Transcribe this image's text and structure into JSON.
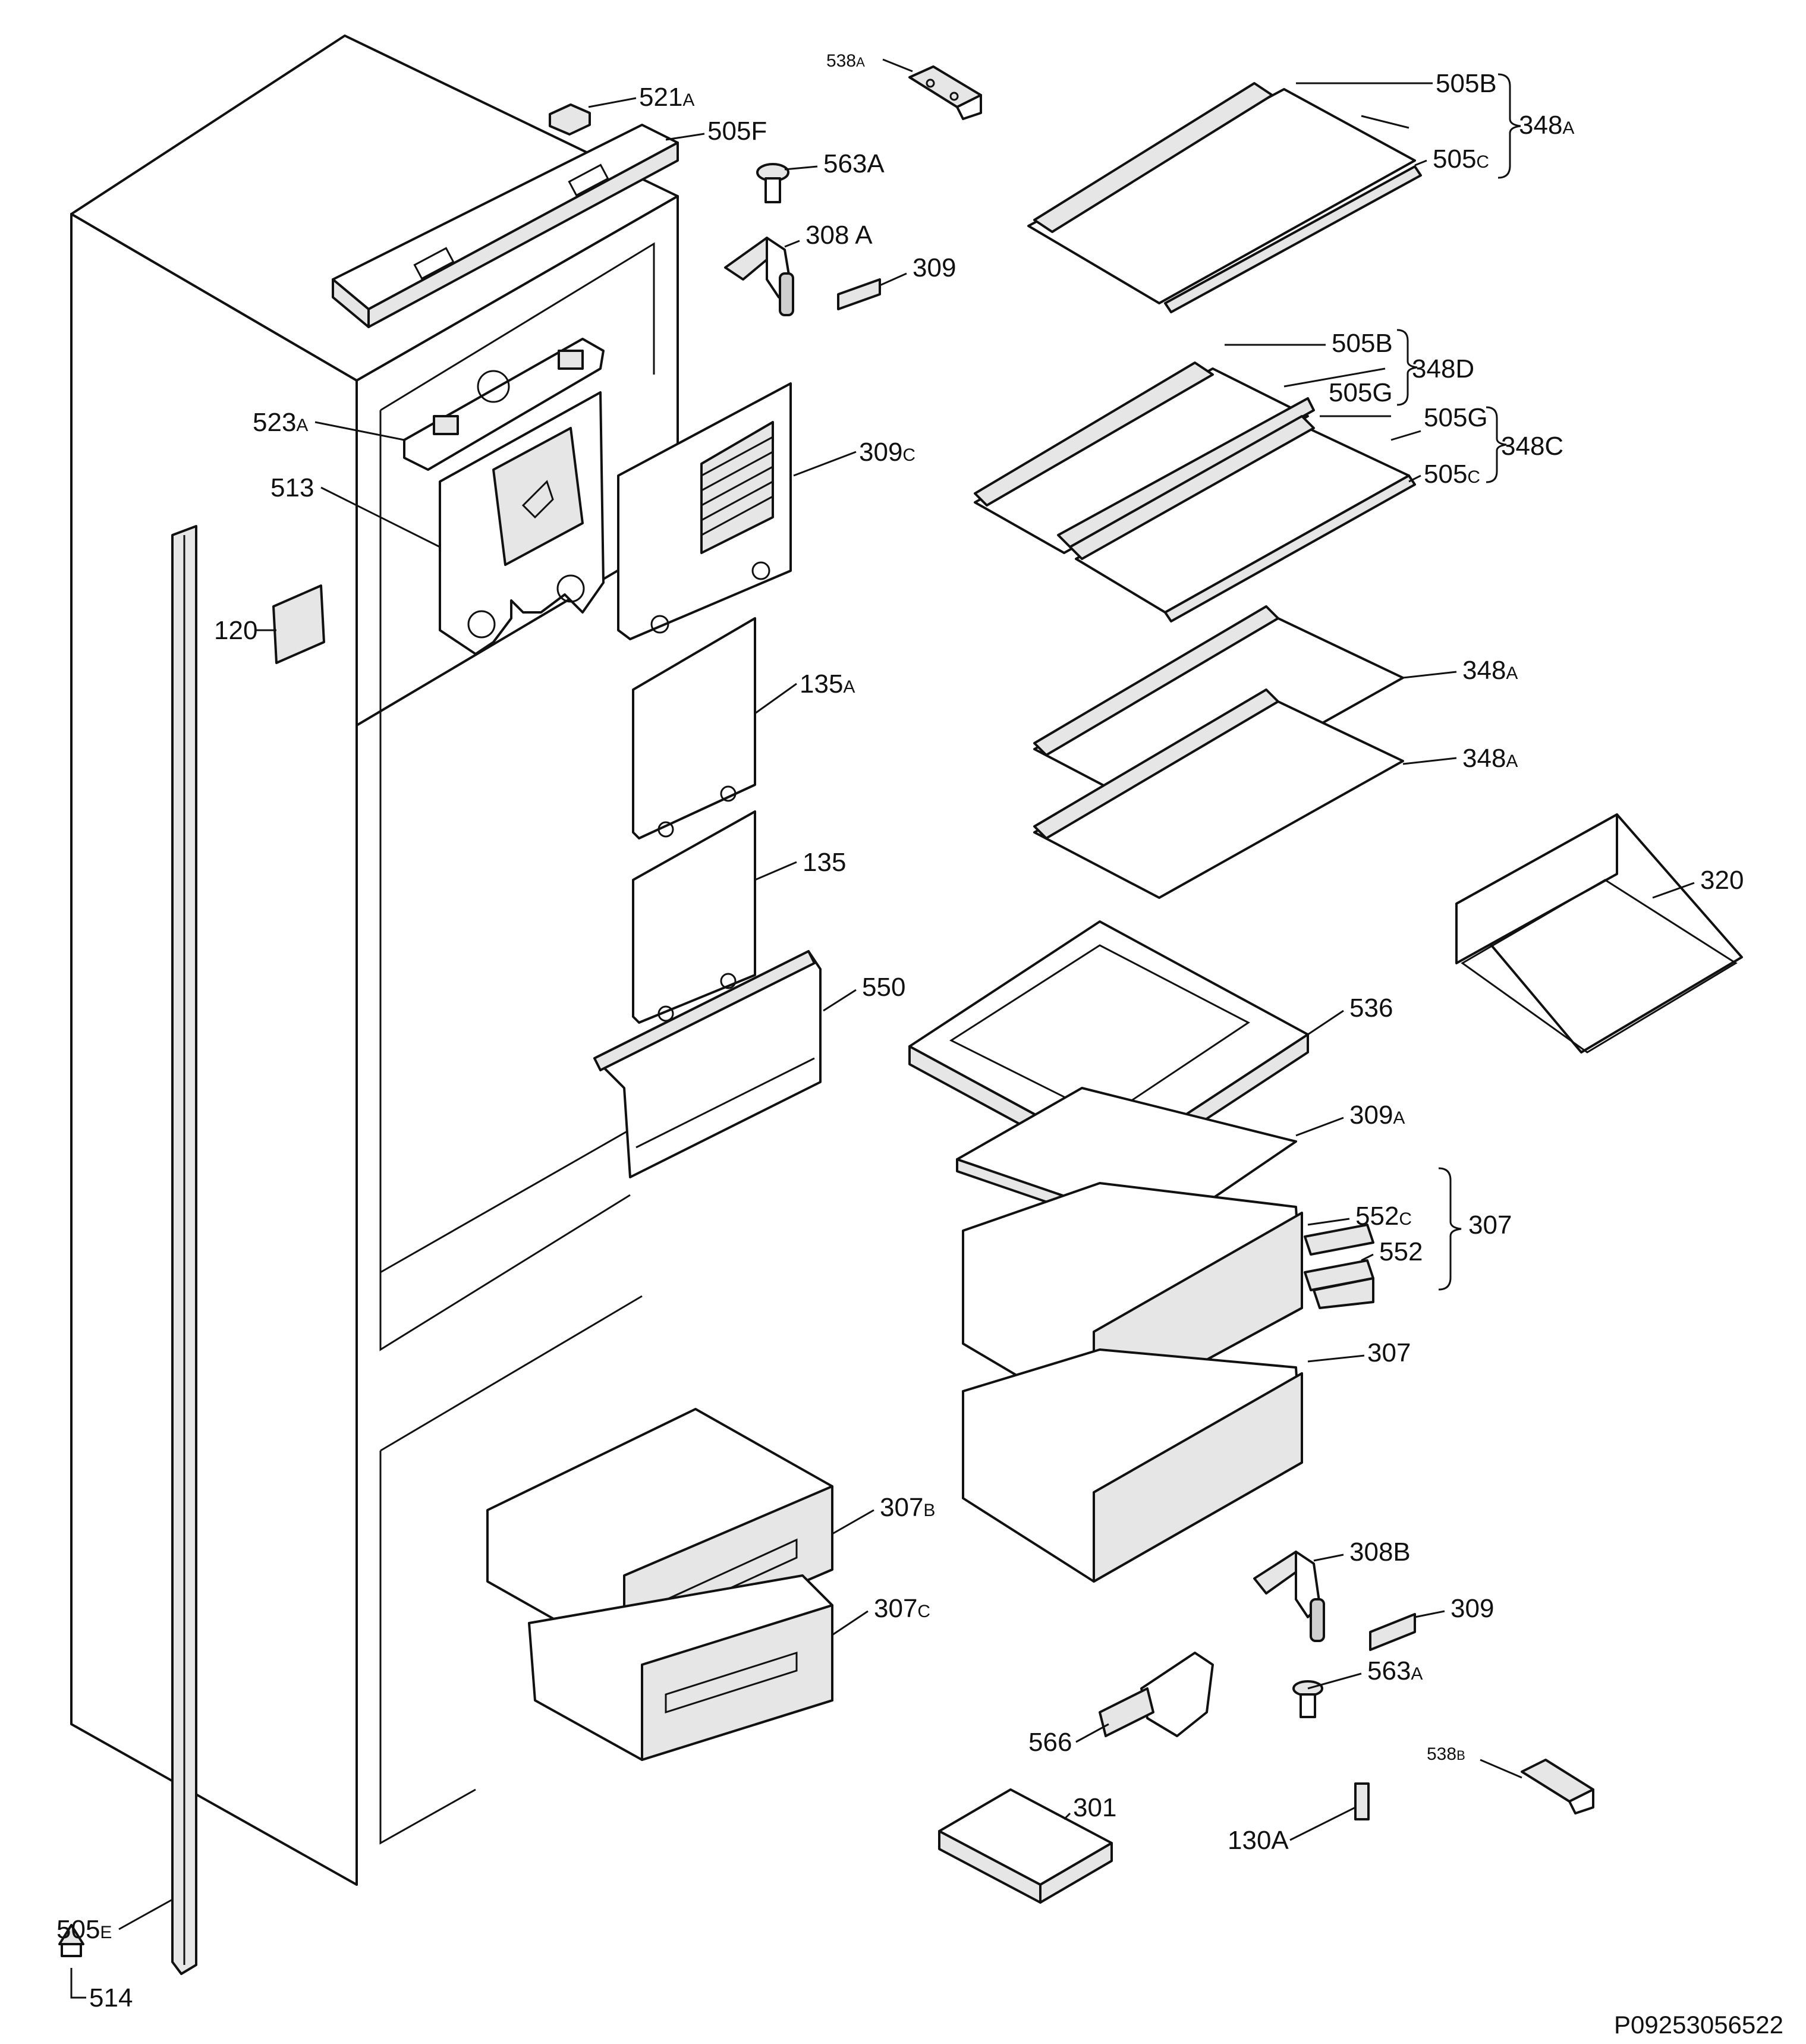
{
  "diagram": {
    "document_code": "P09253056522",
    "labels": {
      "521a": {
        "main": "521",
        "suffix": "A"
      },
      "505f": {
        "main": "505F",
        "suffix": ""
      },
      "563a_top": {
        "main": "563A",
        "suffix": ""
      },
      "308a": {
        "main": "308 A",
        "suffix": ""
      },
      "309_top": {
        "main": "309",
        "suffix": ""
      },
      "538a": {
        "main": "538",
        "suffix": "A"
      },
      "505b_1": {
        "main": "505B",
        "suffix": ""
      },
      "348a_1": {
        "main": "348",
        "suffix": "A"
      },
      "505c_1": {
        "main": "505",
        "suffix": "C"
      },
      "505b_2": {
        "main": "505B",
        "suffix": ""
      },
      "348d": {
        "main": "348D",
        "suffix": ""
      },
      "505g_1": {
        "main": "505G",
        "suffix": ""
      },
      "505g_2": {
        "main": "505G",
        "suffix": ""
      },
      "348c": {
        "main": "348C",
        "suffix": ""
      },
      "505c_2": {
        "main": "505",
        "suffix": "C"
      },
      "523a": {
        "main": "523",
        "suffix": "A"
      },
      "513": {
        "main": "513",
        "suffix": ""
      },
      "309c": {
        "main": "309",
        "suffix": "C"
      },
      "120": {
        "main": "120",
        "suffix": ""
      },
      "135a": {
        "main": "135",
        "suffix": "A"
      },
      "348a_2": {
        "main": "348",
        "suffix": "A"
      },
      "348a_3": {
        "main": "348",
        "suffix": "A"
      },
      "135": {
        "main": "135",
        "suffix": ""
      },
      "320": {
        "main": "320",
        "suffix": ""
      },
      "550": {
        "main": "550",
        "suffix": ""
      },
      "536": {
        "main": "536",
        "suffix": ""
      },
      "309a": {
        "main": "309",
        "suffix": "A"
      },
      "552c": {
        "main": "552",
        "suffix": "C"
      },
      "307_1": {
        "main": "307",
        "suffix": ""
      },
      "552": {
        "main": "552",
        "suffix": ""
      },
      "307_2": {
        "main": "307",
        "suffix": ""
      },
      "307b": {
        "main": "307",
        "suffix": "B"
      },
      "307c": {
        "main": "307",
        "suffix": "C"
      },
      "308b": {
        "main": "308B",
        "suffix": ""
      },
      "309_bot": {
        "main": "309",
        "suffix": ""
      },
      "563a_bot": {
        "main": "563",
        "suffix": "A"
      },
      "566": {
        "main": "566",
        "suffix": ""
      },
      "538b": {
        "main": "538",
        "suffix": "B"
      },
      "301": {
        "main": "301",
        "suffix": ""
      },
      "130a": {
        "main": "130A",
        "suffix": ""
      },
      "505e": {
        "main": "505",
        "suffix": "E"
      },
      "514": {
        "main": "514",
        "suffix": ""
      }
    }
  }
}
